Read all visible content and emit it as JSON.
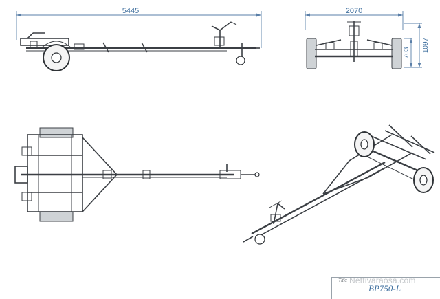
{
  "dimensions": {
    "overall_length": "5445",
    "overall_width": "2070",
    "total_height": "1097",
    "frame_height": "703"
  },
  "title_block": {
    "label": "Title",
    "value": "BP750-L"
  },
  "watermark": "Nettivaraosa.com",
  "colors": {
    "line": "#3b3f44",
    "dimension": "#3f6f9e"
  }
}
